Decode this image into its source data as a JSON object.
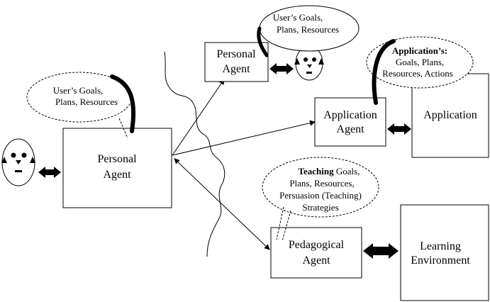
{
  "nodes": {
    "personal_agent_main": {
      "line1": "Personal",
      "line2": "Agent"
    },
    "personal_agent_top": {
      "line1": "Personal",
      "line2": "Agent"
    },
    "application_agent": {
      "line1": "Application",
      "line2": "Agent"
    },
    "application": {
      "label": "Application"
    },
    "pedagogical_agent": {
      "line1": "Pedagogical",
      "line2": "Agent"
    },
    "learning_environment": {
      "line1": "Learning",
      "line2": "Environment"
    }
  },
  "bubbles": {
    "user_main": {
      "line1": "User’s Goals,",
      "line2": "Plans, Resources"
    },
    "user_top": {
      "line1": "User’s Goals,",
      "line2": "Plans, Resources"
    },
    "application": {
      "line1": "Application’s:",
      "line2": "Goals, Plans,",
      "line3": "Resources, Actions"
    },
    "teaching": {
      "bold": "Teaching",
      "line1_rest": " Goals,",
      "line2": "Plans, Resources,",
      "line3": "Persuasion (Teaching)",
      "line4": "Strategies"
    }
  },
  "colors": {
    "ink": "#000000",
    "paper": "#ffffff"
  }
}
